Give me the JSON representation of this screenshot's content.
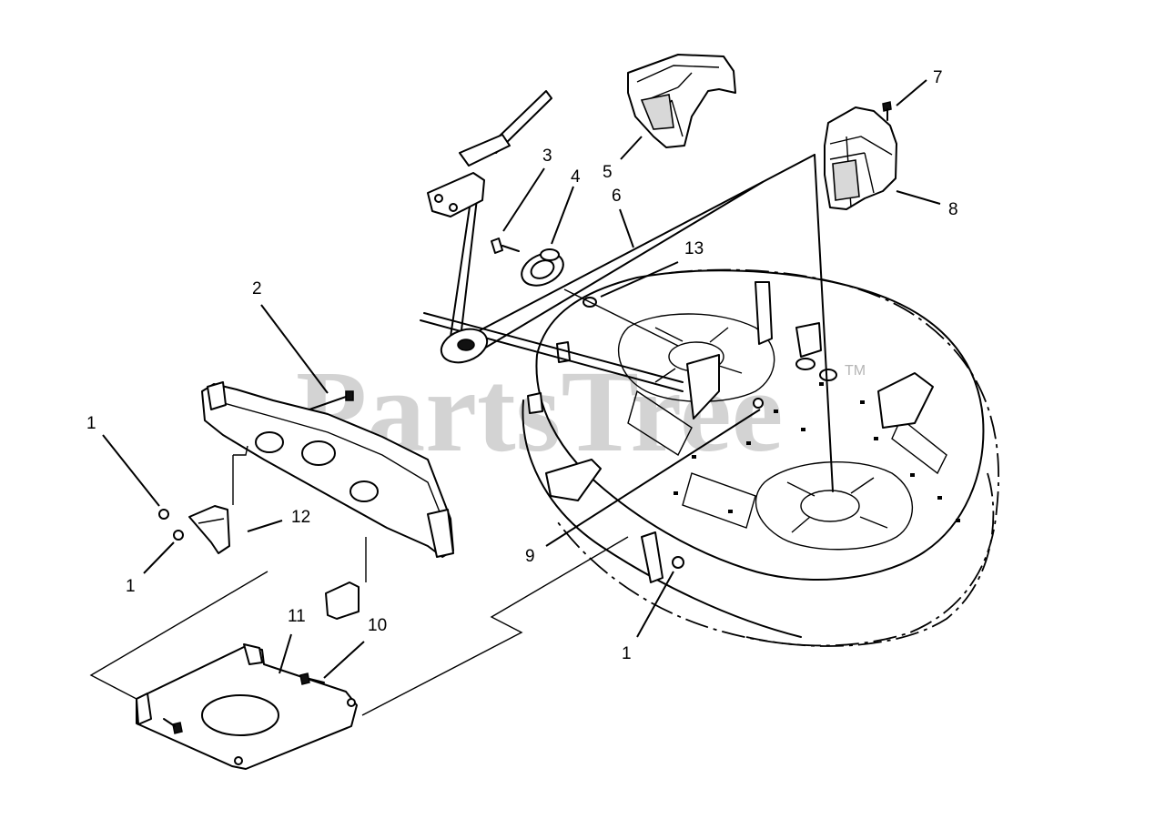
{
  "watermark": {
    "text": "PartsTree",
    "trademark": "TM"
  },
  "callouts": [
    {
      "id": "c1a",
      "label": "1"
    },
    {
      "id": "c1b",
      "label": "1"
    },
    {
      "id": "c1c",
      "label": "1"
    },
    {
      "id": "c2",
      "label": "2"
    },
    {
      "id": "c3",
      "label": "3"
    },
    {
      "id": "c4",
      "label": "4"
    },
    {
      "id": "c5",
      "label": "5"
    },
    {
      "id": "c6",
      "label": "6"
    },
    {
      "id": "c7",
      "label": "7"
    },
    {
      "id": "c8",
      "label": "8"
    },
    {
      "id": "c9",
      "label": "9"
    },
    {
      "id": "c10",
      "label": "10"
    },
    {
      "id": "c11",
      "label": "11"
    },
    {
      "id": "c12",
      "label": "12"
    },
    {
      "id": "c13",
      "label": "13"
    }
  ]
}
